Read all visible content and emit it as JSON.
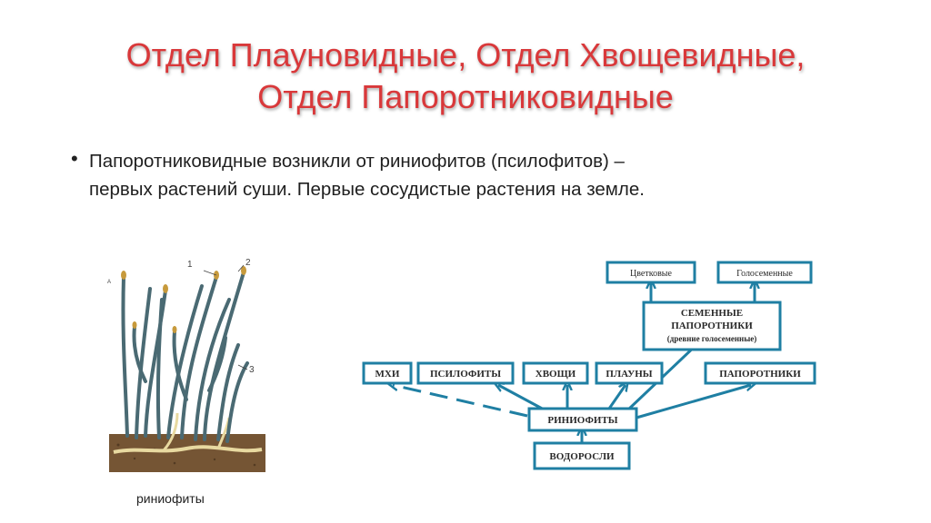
{
  "title": {
    "line1": "Отдел Плауновидные, Отдел Хвощевидные,",
    "line2": "Отдел Папоротниковидные"
  },
  "bullet": {
    "marker": "•",
    "line1": "Папоротниковидные  возникли от риниофитов (псилофитов) –",
    "line2": "первых растений суши. Первые сосудистые растения на земле."
  },
  "illustration": {
    "caption": "риниофиты",
    "labels": [
      "1",
      "2",
      "3",
      "A"
    ],
    "colors": {
      "stem": "#4a6a73",
      "sporangium": "#c79a3c",
      "soil": "#6b4a2e",
      "rhizome": "#e8d9a0"
    }
  },
  "diagram": {
    "accent_color": "#1f7fa3",
    "boxes": {
      "tsvetkovye": "Цветковые",
      "golosemennye": "Голосеменные",
      "semennye_line1": "СЕМЕННЫЕ",
      "semennye_line2": "ПАПОРОТНИКИ",
      "semennye_line3": "(древние голосеменные)",
      "mkhi": "МХИ",
      "psilofity": "ПСИЛОФИТЫ",
      "khvoshchi": "ХВОЩИ",
      "plauny": "ПЛАУНЫ",
      "paporotniki": "ПАПОРОТНИКИ",
      "riniofity": "РИНИОФИТЫ",
      "vodorosli": "ВОДОРОСЛИ"
    }
  }
}
